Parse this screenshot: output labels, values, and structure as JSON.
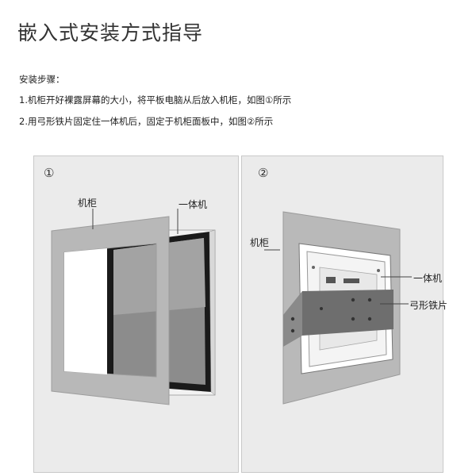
{
  "page_title": "嵌入式安装方式指导",
  "steps": {
    "heading": "安装步骤：",
    "step_1": "1.机柜开好裸露屏幕的大小，将平板电脑从后放入机柜，如图①所示",
    "step_2": "2.用弓形铁片固定住一体机后，固定于机柜面板中，如图②所示"
  },
  "figure_1": {
    "number": "①",
    "label_cabinet": "机柜",
    "label_unit": "一体机"
  },
  "figure_2": {
    "number": "②",
    "label_cabinet": "机柜",
    "label_unit": "一体机",
    "label_bracket": "弓形铁片"
  }
}
